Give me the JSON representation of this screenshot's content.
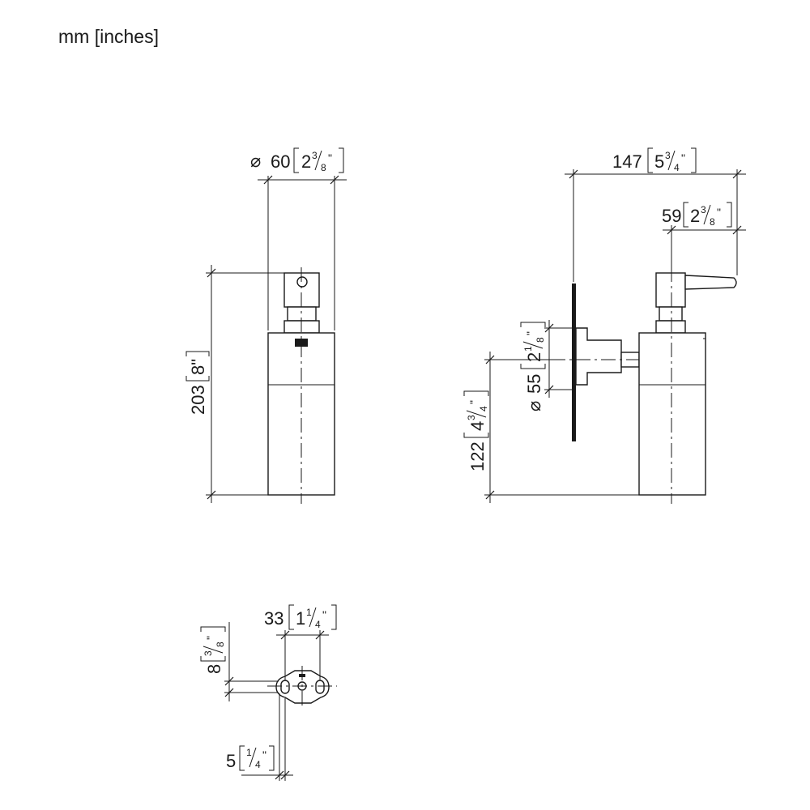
{
  "units_label": "mm [inches]",
  "front_view": {
    "diameter": {
      "symbol": "⌀",
      "mm": "60",
      "inch_whole": "2",
      "inch_num": "3",
      "inch_den": "8"
    },
    "height": {
      "mm": "203",
      "inch": "8\""
    }
  },
  "side_view": {
    "projection": {
      "mm": "147",
      "inch_whole": "5",
      "inch_num": "3",
      "inch_den": "4"
    },
    "spout": {
      "mm": "59",
      "inch_whole": "2",
      "inch_num": "3",
      "inch_den": "8"
    },
    "rosette_diameter": {
      "symbol": "⌀",
      "mm": "55",
      "inch_whole": "2",
      "inch_num": "1",
      "inch_den": "8"
    },
    "mount_height": {
      "mm": "122",
      "inch_whole": "4",
      "inch_num": "3",
      "inch_den": "4"
    }
  },
  "bracket_view": {
    "hole_spacing": {
      "mm": "33",
      "inch_whole": "1",
      "inch_num": "1",
      "inch_den": "4"
    },
    "thickness": {
      "mm": "8",
      "inch_num": "3",
      "inch_den": "8"
    },
    "offset": {
      "mm": "5",
      "inch_num": "1",
      "inch_den": "4"
    }
  }
}
